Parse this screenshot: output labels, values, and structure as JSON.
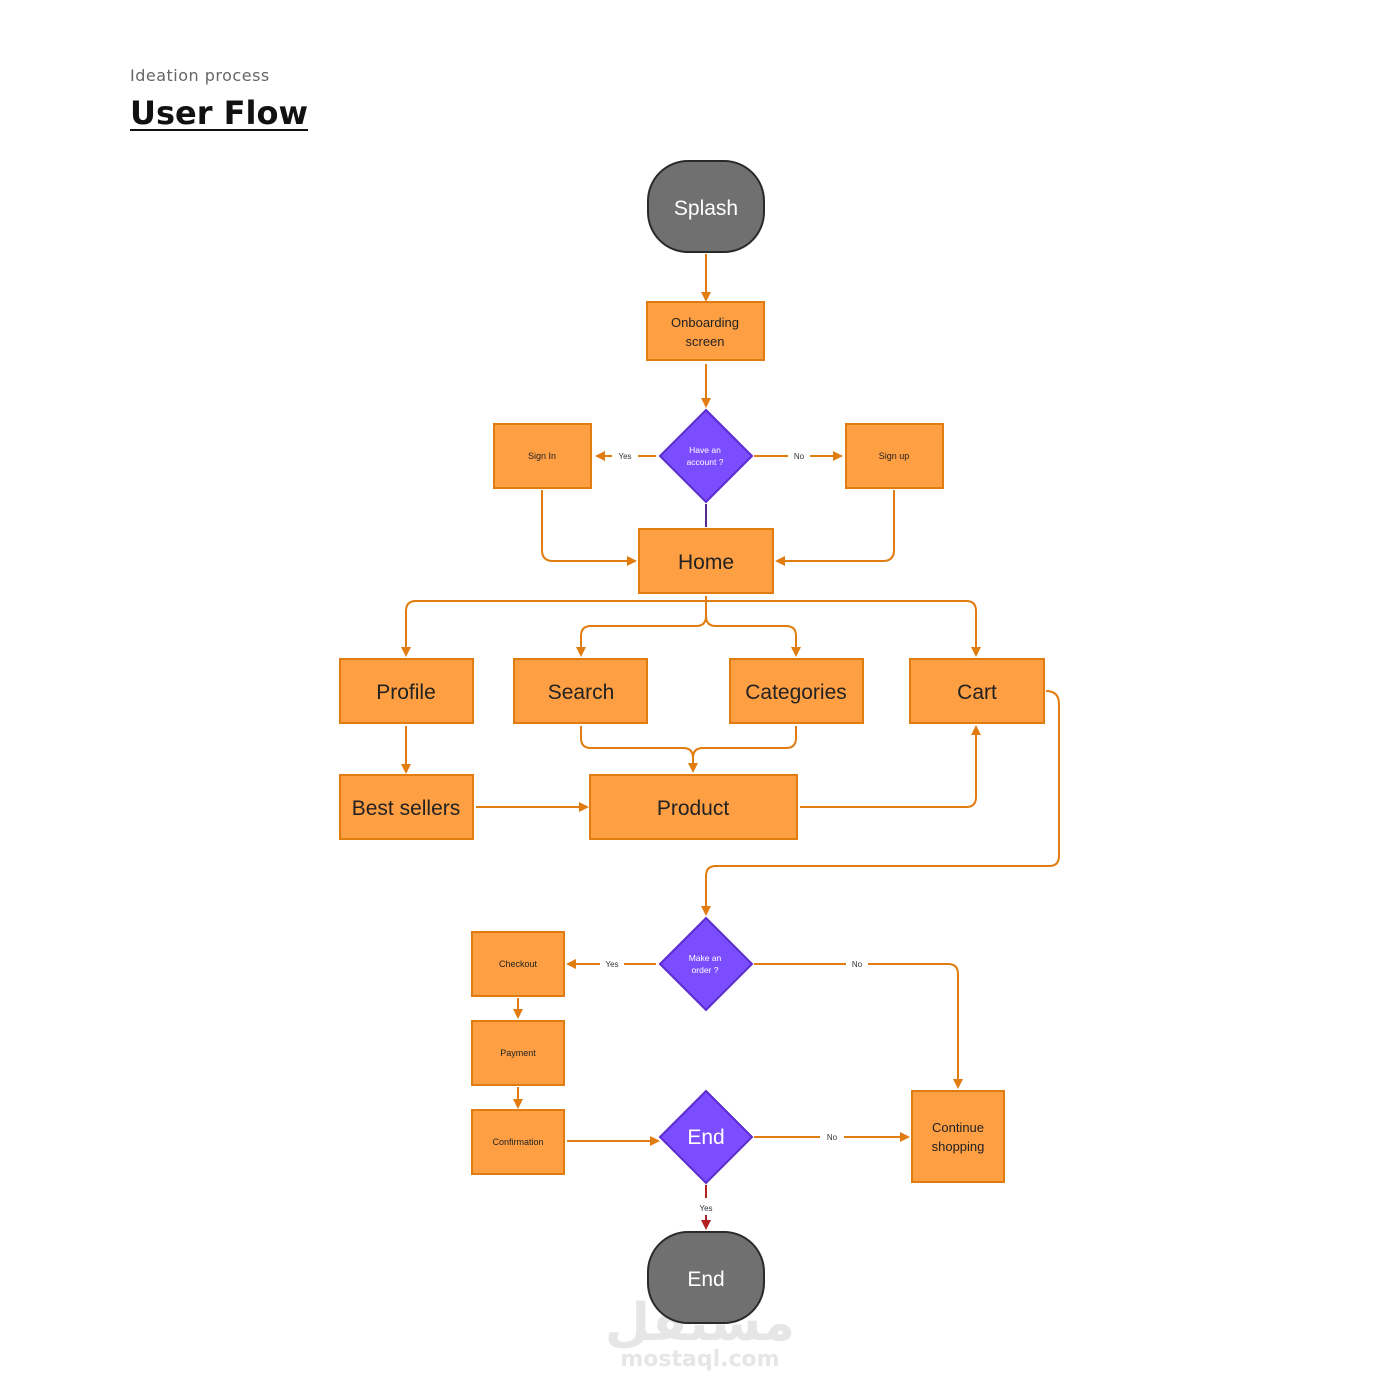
{
  "header": {
    "eyebrow": "Ideation process",
    "title": "User Flow"
  },
  "nodes": {
    "splash": "Splash",
    "onboarding_1": "Onboarding",
    "onboarding_2": "screen",
    "have_account_1": "Have an",
    "have_account_2": "account ?",
    "sign_in": "Sign In",
    "sign_up": "Sign up",
    "home": "Home",
    "profile": "Profile",
    "search": "Search",
    "categories": "Categories",
    "cart": "Cart",
    "best_sellers": "Best sellers",
    "product": "Product",
    "make_order_1": "Make an",
    "make_order_2": "order ?",
    "checkout": "Checkout",
    "payment": "Payment",
    "confirmation": "Confirmation",
    "end_decision": "End",
    "continue_1": "Continue",
    "continue_2": "shopping",
    "end_terminal": "End"
  },
  "edge_labels": {
    "account_yes": "Yes",
    "account_no": "No",
    "order_yes": "Yes",
    "order_no": "No",
    "end_no": "No",
    "end_yes": "Yes"
  },
  "watermark": {
    "arabic": "مستقل",
    "latin": "mostaql.com"
  },
  "colors": {
    "process_fill": "#FF9F43",
    "process_stroke": "#E07C10",
    "decision_fill": "#7C4DFF",
    "terminal_fill": "#707070",
    "connector": "#E07C10"
  }
}
